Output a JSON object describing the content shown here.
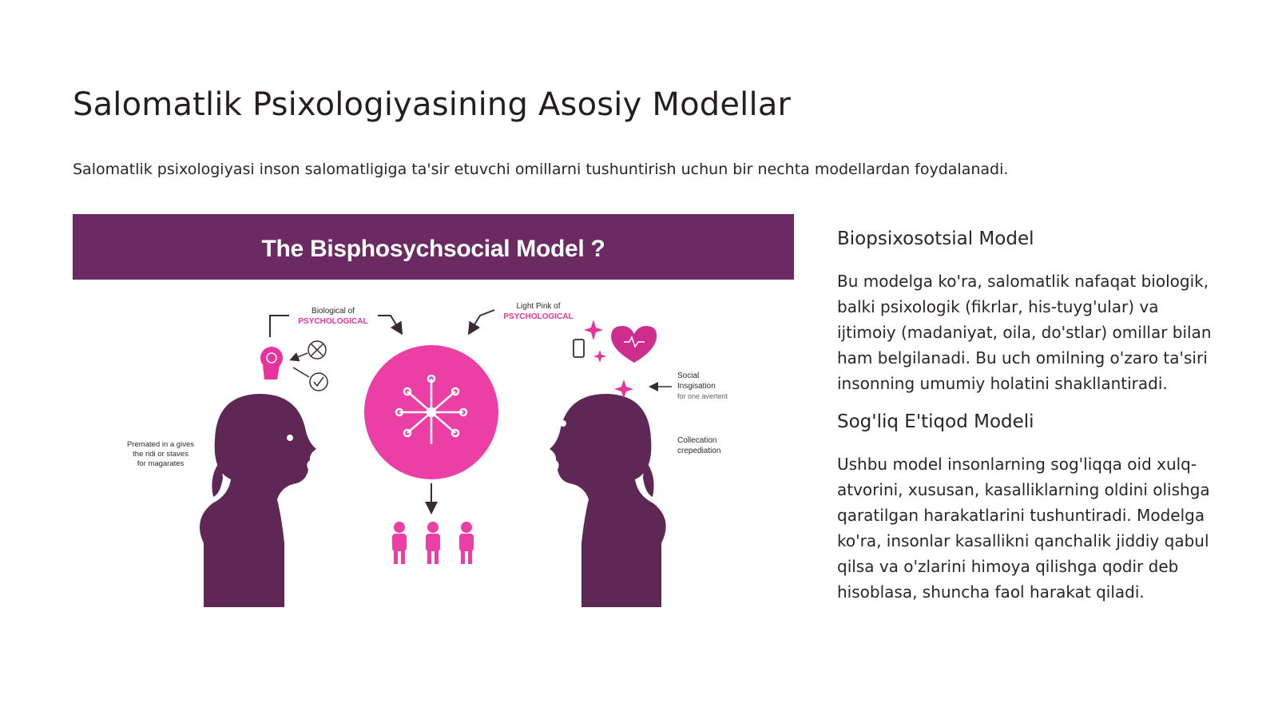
{
  "slide": {
    "title": "Salomatlik Psixologiyasining Asosiy Modellar",
    "intro": "Salomatlik psixologiyasi inson salomatligiga ta'sir etuvchi omillarni tushuntirish uchun bir nechta modellardan foydalanadi."
  },
  "figure": {
    "banner_title": "The Bisphosychsocial Model ?",
    "banner_color": "#6b2b62",
    "accent_pink": "#e8339e",
    "silhouette_color": "#5e2756",
    "labels": {
      "top_left_line1": "Biological of",
      "top_left_line2": "PSYCHOLOGICAL",
      "top_right_line1": "Light Pink of",
      "top_right_line2": "PSYCHOLOGICAL",
      "left_note_line1": "Premated in a gives",
      "left_note_line2": "the ridi or staves",
      "left_note_line3": "for magarates",
      "right_note1_line1": "Social",
      "right_note1_line2": "Insgisation",
      "right_note1_line3": "for one avertent",
      "right_note2_line1": "Collecation",
      "right_note2_line2": "crepediation"
    }
  },
  "models": [
    {
      "heading": "Biopsixosotsial Model",
      "body": "Bu modelga ko'ra, salomatlik nafaqat biologik, balki psixologik (fikrlar, his-tuyg'ular) va ijtimoiy (madaniyat, oila, do'stlar) omillar bilan ham belgilanadi. Bu uch omilning o'zaro ta'siri insonning umumiy holatini shakllantiradi."
    },
    {
      "heading": "Sog'liq E'tiqod Modeli",
      "body": "Ushbu model insonlarning sog'liqqa oid xulq-atvorini, xususan, kasalliklarning oldini olishga qaratilgan harakatlarini tushuntiradi. Modelga ko'ra, insonlar kasallikni qanchalik jiddiy qabul qilsa va o'zlarini himoya qilishga qodir deb hisoblasa, shuncha faol harakat qiladi."
    }
  ]
}
